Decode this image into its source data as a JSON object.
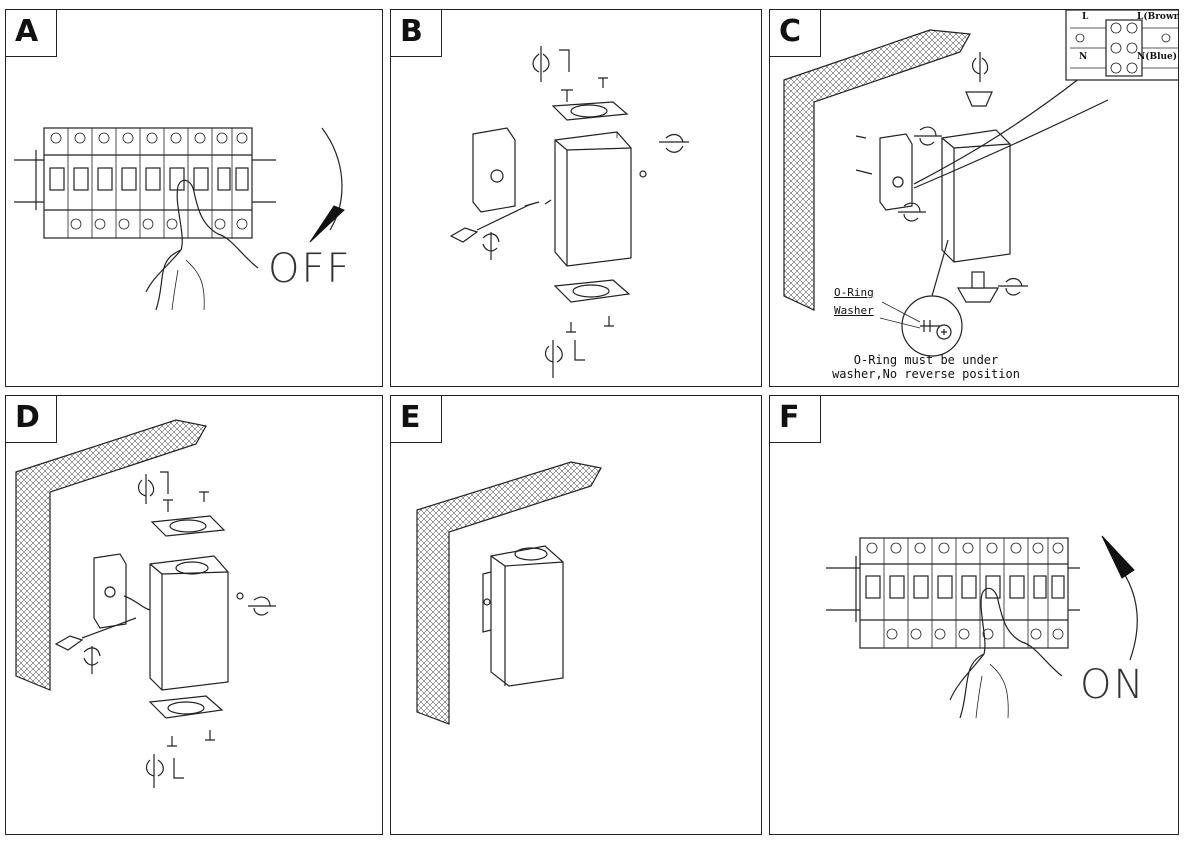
{
  "panels": [
    {
      "letter": "A",
      "big_word": "OFF"
    },
    {
      "letter": "B"
    },
    {
      "letter": "C",
      "labels": {
        "oring": "O-Ring",
        "washer": "Washer"
      },
      "note_lines": [
        "O-Ring must be under",
        "washer,No reverse position"
      ],
      "terminal": {
        "l": "L",
        "n": "N",
        "l_brown": "L(Brown)",
        "n_blue": "N(Blue)"
      }
    },
    {
      "letter": "D"
    },
    {
      "letter": "E"
    },
    {
      "letter": "F",
      "big_word": "ON"
    }
  ]
}
